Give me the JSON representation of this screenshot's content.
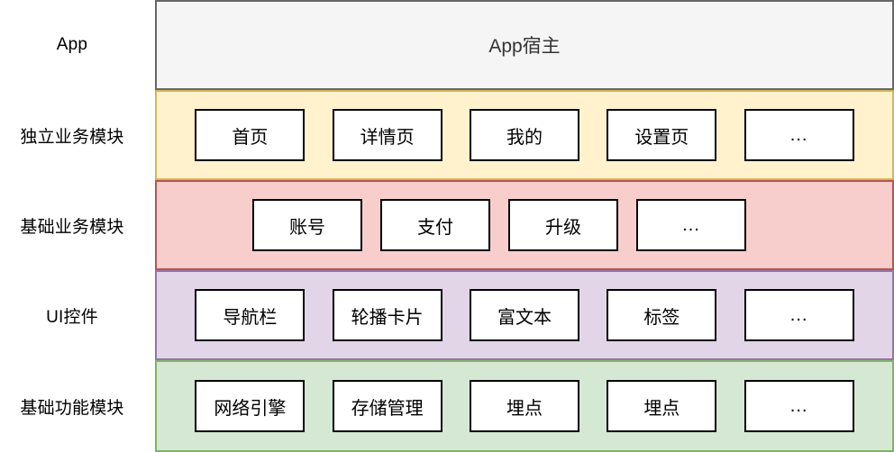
{
  "diagram": {
    "title_text": "App宿主",
    "rows": [
      {
        "label": "App",
        "band": "app",
        "title": "App宿主",
        "modules": []
      },
      {
        "label": "独立业务模块",
        "band": "feature",
        "modules": [
          {
            "text": "首页"
          },
          {
            "text": "详情页"
          },
          {
            "text": "我的"
          },
          {
            "text": "设置页"
          },
          {
            "text": "..."
          }
        ]
      },
      {
        "label": "基础业务模块",
        "band": "base",
        "modules": [
          {
            "text": "账号"
          },
          {
            "text": "支付"
          },
          {
            "text": "升级"
          },
          {
            "text": "..."
          }
        ]
      },
      {
        "label": "UI控件",
        "band": "ui",
        "modules": [
          {
            "text": "导航栏"
          },
          {
            "text": "轮播卡片"
          },
          {
            "text": "富文本"
          },
          {
            "text": "标签"
          },
          {
            "text": "..."
          }
        ]
      },
      {
        "label": "基础功能模块",
        "band": "core",
        "modules": [
          {
            "text": "网络引擎"
          },
          {
            "text": "存储管理"
          },
          {
            "text": "埋点"
          },
          {
            "text": "埋点"
          },
          {
            "text": "..."
          }
        ]
      }
    ],
    "colors": {
      "app_fill": "#f5f5f5",
      "app_stroke": "#666666",
      "feature_fill": "#fff2cc",
      "feature_stroke": "#d6b656",
      "base_fill": "#f8cecc",
      "base_stroke": "#b85450",
      "ui_fill": "#e1d5e7",
      "ui_stroke": "#9673a6",
      "core_fill": "#d5e8d4",
      "core_stroke": "#82b366",
      "module_fill": "#ffffff",
      "module_stroke": "#000000",
      "label_text": "#000000",
      "title_text": "#333333"
    }
  }
}
